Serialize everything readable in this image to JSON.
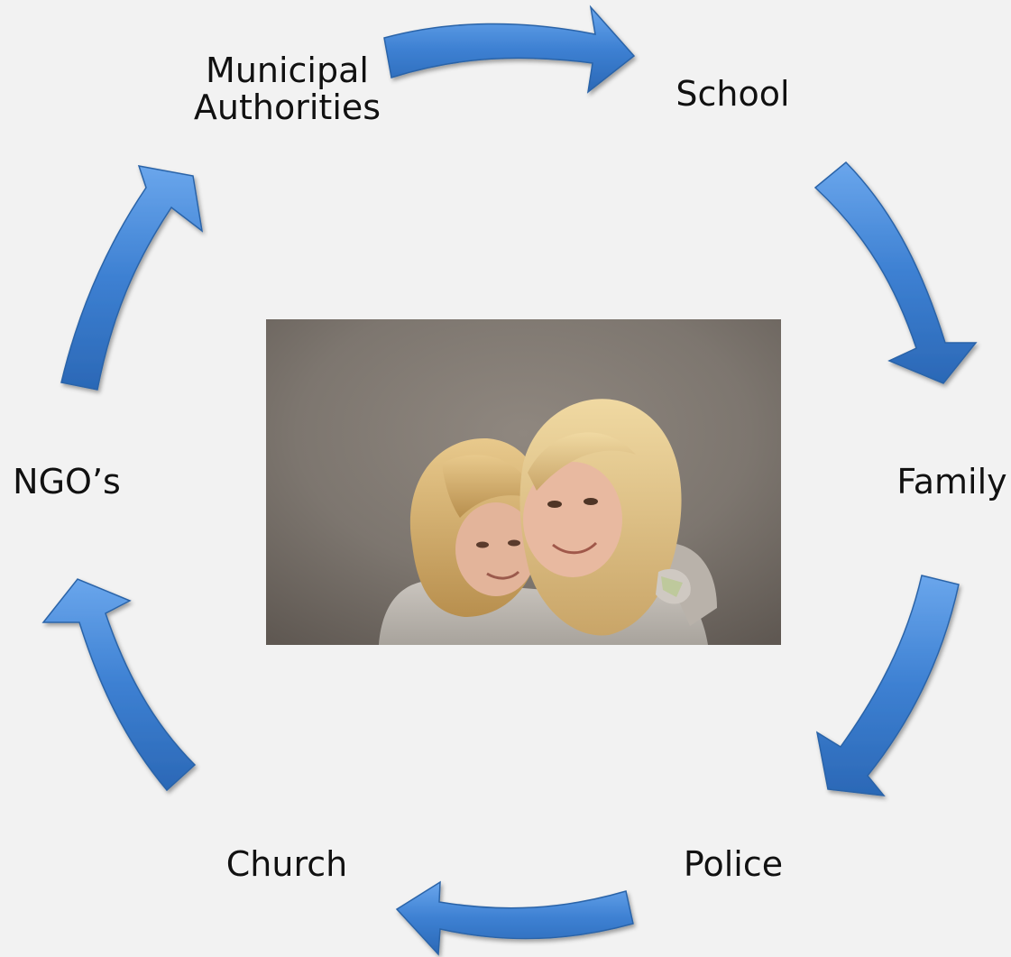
{
  "diagram": {
    "nodes": [
      {
        "id": "municipal",
        "label": "Municipal\nAuthorities"
      },
      {
        "id": "school",
        "label": "School"
      },
      {
        "id": "family",
        "label": "Family"
      },
      {
        "id": "police",
        "label": "Police"
      },
      {
        "id": "church",
        "label": "Church"
      },
      {
        "id": "ngos",
        "label": "NGO’s"
      }
    ],
    "edges": [
      {
        "from": "municipal",
        "to": "school"
      },
      {
        "from": "school",
        "to": "family"
      },
      {
        "from": "family",
        "to": "police"
      },
      {
        "from": "police",
        "to": "church"
      },
      {
        "from": "church",
        "to": "ngos"
      },
      {
        "from": "ngos",
        "to": "municipal"
      }
    ],
    "center_image": "photo of two smiling girls hugging",
    "colors": {
      "arrow_fill": "#3f83d3",
      "arrow_stroke": "#2a64a8",
      "background": "#f2f2f2"
    }
  }
}
